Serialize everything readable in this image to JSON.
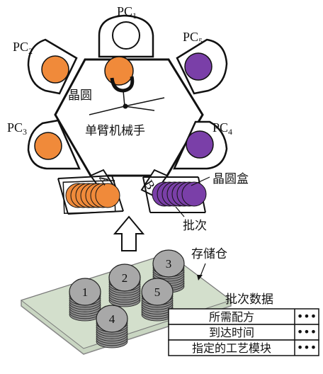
{
  "pc": [
    {
      "main": "PC",
      "sub": "1"
    },
    {
      "main": "PC",
      "sub": "2"
    },
    {
      "main": "PC",
      "sub": "3"
    },
    {
      "main": "PC",
      "sub": "4"
    },
    {
      "main": "PC",
      "sub": "5"
    }
  ],
  "labels": {
    "wafer": "晶圆",
    "robot": "单臂机械手",
    "wafer_box": "晶圆盒",
    "lot": "批次",
    "storage": "存储仓",
    "loadlock_a": "A",
    "loadlock_b": "B"
  },
  "stacks": [
    "1",
    "2",
    "3",
    "4",
    "5"
  ],
  "lot_data": {
    "title": "批次数据",
    "rows": [
      {
        "label": "所需配方",
        "value": "•••"
      },
      {
        "label": "到达时间",
        "value": "•••"
      },
      {
        "label": "指定的工艺模块",
        "value": "•••"
      }
    ]
  },
  "colors": {
    "orange_wafer": "#F08A3A",
    "purple_wafer": "#7A3FA8",
    "gray_stack": "#A8A8A8",
    "tray": "#C9D6C2",
    "outline": "#111111"
  }
}
